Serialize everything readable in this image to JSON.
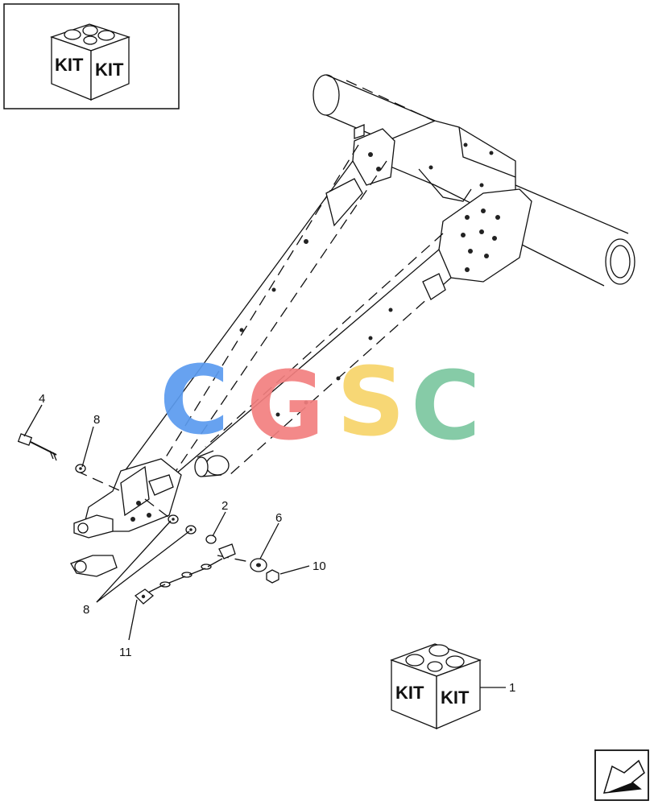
{
  "kit_panel": {
    "labels": [
      "KIT",
      "KIT"
    ]
  },
  "kit_callout": {
    "labels": [
      "KIT",
      "KIT"
    ],
    "item": "1"
  },
  "callouts": {
    "c1": "1",
    "c2": "2",
    "c4": "4",
    "c6": "6",
    "c8_top": "8",
    "c8_bottom": "8",
    "c10": "10",
    "c11": "11"
  },
  "watermark": {
    "letters": [
      "C",
      "G",
      "S",
      "C"
    ],
    "colors": [
      "#5b9bef",
      "#f27f7f",
      "#f7d46a",
      "#7cc7a0"
    ]
  },
  "nav_icon": "next-page-arrow-icon"
}
